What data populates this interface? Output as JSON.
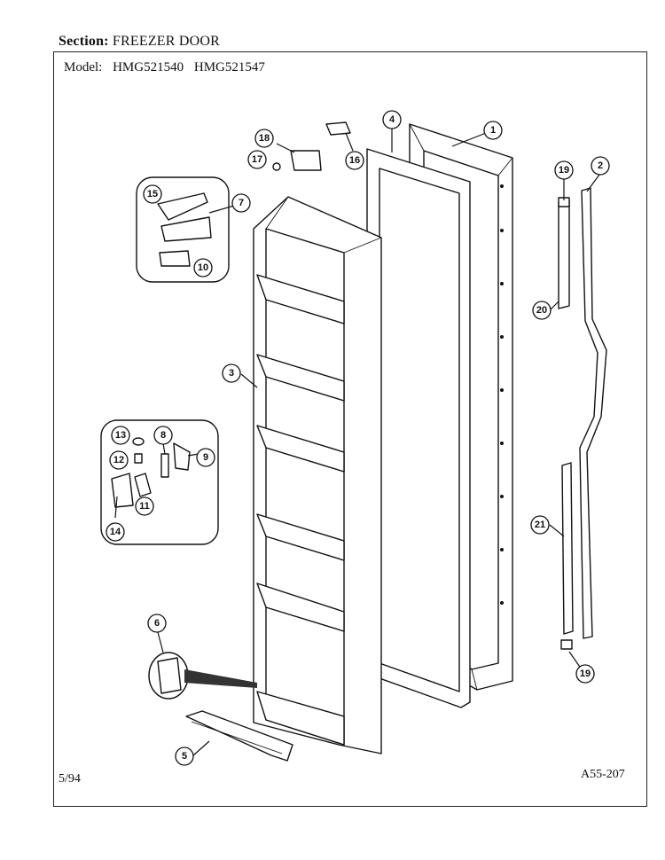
{
  "header": {
    "section_label": "Section:",
    "section_value": "FREEZER DOOR",
    "model_label": "Model:",
    "model_1": "HMG521540",
    "model_2": "HMG521547"
  },
  "footer": {
    "date": "5/94",
    "page_code": "A55-207"
  },
  "callouts": {
    "c1": "1",
    "c2": "2",
    "c3": "3",
    "c4": "4",
    "c5": "5",
    "c6": "6",
    "c7": "7",
    "c8": "8",
    "c9": "9",
    "c10": "10",
    "c11": "11",
    "c12": "12",
    "c13": "13",
    "c14": "14",
    "c15": "15",
    "c16": "16",
    "c17": "17",
    "c18": "18",
    "c19a": "19",
    "c19b": "19",
    "c20": "20",
    "c21": "21"
  }
}
